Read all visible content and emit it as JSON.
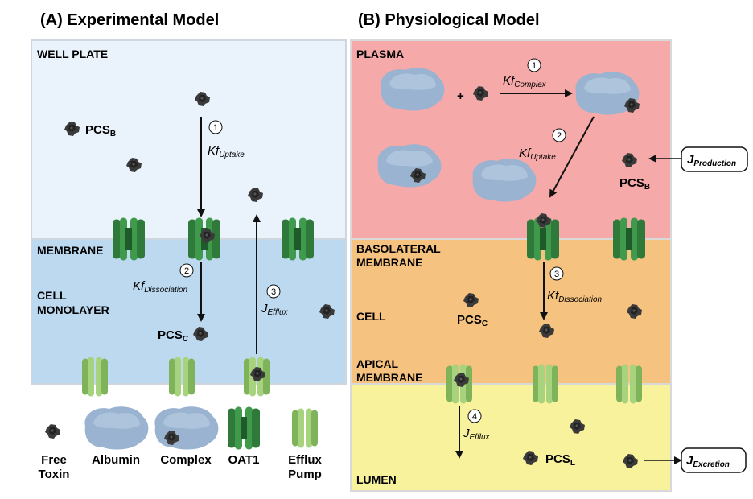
{
  "titles": {
    "a": "(A) Experimental Model",
    "b": "(B) Physiological Model"
  },
  "panel_a": {
    "well_plate": "WELL PLATE",
    "membrane": "MEMBRANE",
    "cell_line1": "CELL",
    "cell_line2": "MONOLAYER",
    "pcs_b": "PCS",
    "pcs_b_sub": "B",
    "pcs_c": "PCS",
    "pcs_c_sub": "C",
    "step1": "1",
    "step2": "2",
    "step3": "3",
    "kf_uptake": "Kf",
    "kf_uptake_sub": "Uptake",
    "kf_dissociation": "Kf",
    "kf_dissociation_sub": "Dissociation",
    "j_efflux": "J",
    "j_efflux_sub": "Efflux"
  },
  "panel_b": {
    "plasma": "PLASMA",
    "basolateral_line1": "BASOLATERAL",
    "basolateral_line2": "MEMBRANE",
    "cell": "CELL",
    "apical_line1": "APICAL",
    "apical_line2": "MEMBRANE",
    "lumen": "LUMEN",
    "plus": "+",
    "step1": "1",
    "step2": "2",
    "step3": "3",
    "step4": "4",
    "kf_complex": "Kf",
    "kf_complex_sub": "Complex",
    "kf_uptake": "Kf",
    "kf_uptake_sub": "Uptake",
    "kf_dissociation": "Kf",
    "kf_dissociation_sub": "Dissociation",
    "j_efflux": "J",
    "j_efflux_sub": "Efflux",
    "j_production": "J",
    "j_production_sub": "Production",
    "j_excretion": "J",
    "j_excretion_sub": "Excretion",
    "pcs_b": "PCS",
    "pcs_b_sub": "B",
    "pcs_c": "PCS",
    "pcs_c_sub": "C",
    "pcs_l": "PCS",
    "pcs_l_sub": "L"
  },
  "legend": {
    "free_toxin_1": "Free",
    "free_toxin_2": "Toxin",
    "albumin": "Albumin",
    "complex": "Complex",
    "oat1": "OAT1",
    "efflux_1": "Efflux",
    "efflux_2": "Pump"
  },
  "colors": {
    "well_plate": "#eaf2fb",
    "cell_monolayer": "#bcd9f0",
    "plasma": "#f6a9a9",
    "cell": "#f6c27f",
    "lumen": "#f7f29b",
    "oat1": "#2f7a3b",
    "efflux_pump": "#9fcb77",
    "albumin": "#9ab3d0",
    "toxin": "#333333"
  }
}
